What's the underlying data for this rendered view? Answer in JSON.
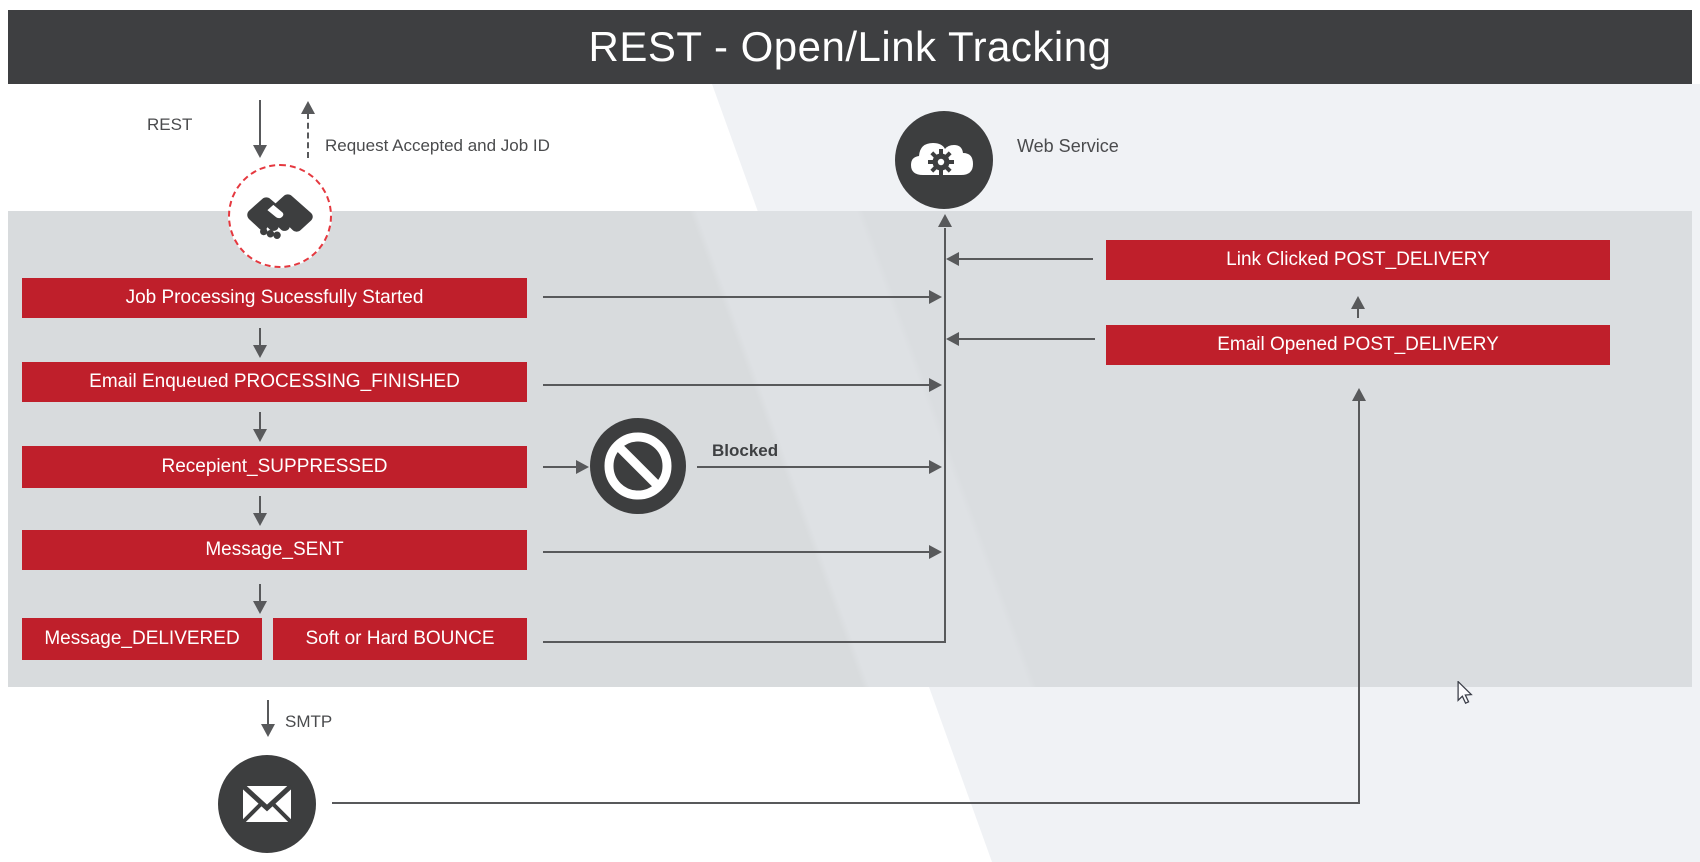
{
  "title": "REST - Open/Link Tracking",
  "annotations": {
    "rest": "REST",
    "request_accepted": "Request Accepted and Job ID",
    "web_service": "Web Service",
    "blocked": "Blocked",
    "smtp": "SMTP"
  },
  "flow_boxes": [
    {
      "label": "Job Processing Sucessfully Started"
    },
    {
      "label": "Email Enqueued PROCESSING_FINISHED"
    },
    {
      "label": "Recepient_SUPPRESSED"
    },
    {
      "label": "Message_SENT"
    },
    {
      "label": "Message_DELIVERED"
    },
    {
      "label": "Soft or Hard BOUNCE"
    }
  ],
  "callback_boxes": [
    {
      "label": "Link Clicked POST_DELIVERY"
    },
    {
      "label": "Email Opened POST_DELIVERY"
    }
  ],
  "icons": {
    "handshake": "handshake-icon",
    "web_service": "cloud-gear-icon",
    "blocked": "prohibition-icon",
    "email": "envelope-icon",
    "cursor": "mouse-cursor-icon"
  },
  "colors": {
    "accent_red": "#bf1f2b",
    "dashed_circle_red": "#e5383f",
    "dark_gray": "#3d3e3f",
    "band_gray": "#d8dbdd",
    "panel_light": "#f0f2f5",
    "line_gray": "#58595b"
  }
}
